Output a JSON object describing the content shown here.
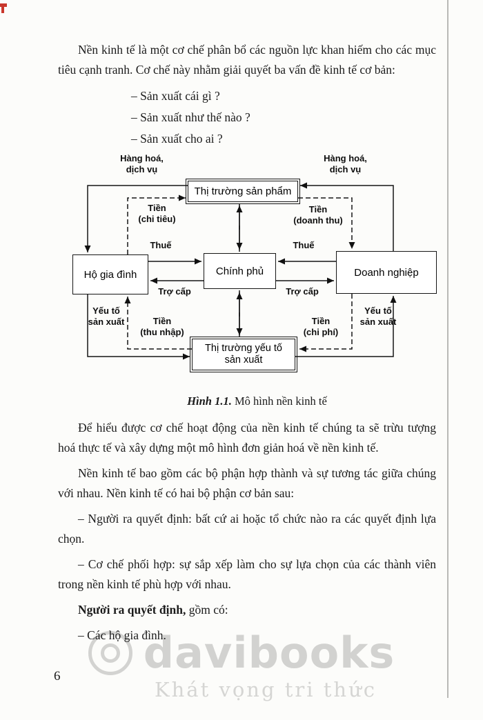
{
  "page": {
    "number": "6"
  },
  "paragraphs": {
    "intro": "Nền kinh tế là một cơ chế phân bổ các nguồn lực khan hiếm cho các mục tiêu cạnh tranh. Cơ chế này nhằm giải quyết ba vấn đề kinh tế cơ bản:",
    "question_1": "– Sản xuất cái gì ?",
    "question_2": "– Sản xuất như thế nào ?",
    "question_3": "– Sản xuất cho ai ?",
    "after_figure_1": "Để hiểu được cơ chế hoạt động của nền kinh tế chúng ta sẽ trừu tượng hoá thực tế và xây dựng một mô hình đơn giản hoá về nền kinh tế.",
    "after_figure_2": "Nền kinh tế bao gồm các bộ phận hợp thành và sự tương tác giữa chúng với nhau. Nền kinh tế có hai bộ phận cơ bản sau:",
    "decision_makers_item": "– Người ra quyết định: bất cứ ai hoặc tổ chức nào ra các quyết định lựa chọn.",
    "coordination_item": "– Cơ chế phối hợp: sự sắp xếp làm cho sự lựa chọn của các thành viên trong nền kinh tế phù hợp với nhau.",
    "decision_makers_lead_bold": "Người ra quyết định,",
    "decision_makers_lead_rest": " gồm có:",
    "households_item": "– Các hộ gia đình."
  },
  "figure": {
    "caption_label": "Hình 1.1.",
    "caption_text": " Mô hình nền kinh tế",
    "boxes": {
      "product_market": "Thị trường sản phẩm",
      "household": "Hộ gia đình",
      "government": "Chính phủ",
      "firm": "Doanh nghiệp",
      "factor_market": "Thị trường yếu tố\nsản xuất"
    },
    "labels": {
      "goods_services_left": "Hàng hoá,\ndịch vụ",
      "goods_services_right": "Hàng hoá,\ndịch vụ",
      "money_spending": "Tiền\n(chi tiêu)",
      "money_revenue": "Tiền\n(doanh thu)",
      "tax_left": "Thuế",
      "tax_right": "Thuế",
      "subsidy_left": "Trợ cấp",
      "subsidy_right": "Trợ cấp",
      "factors_left": "Yếu tố\nsản xuất",
      "factors_right": "Yếu tố\nsản xuất",
      "money_income": "Tiền\n(thu nhập)",
      "money_cost": "Tiền\n(chi phí)"
    }
  },
  "watermark": {
    "brand": "davibooks",
    "slogan": "Khát vọng tri thức"
  }
}
